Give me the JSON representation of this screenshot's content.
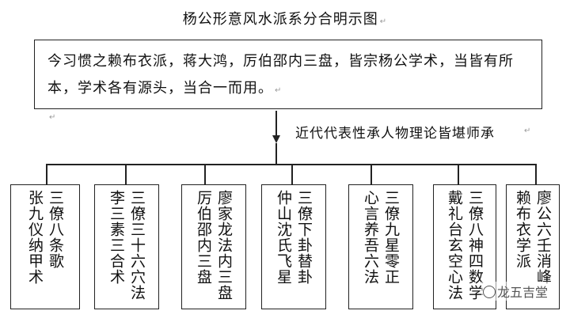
{
  "title": "杨公形意风水派系分合明示图",
  "paragraph_mark": "↵",
  "intro": {
    "line1": "今习惯之赖布衣派，蒋大鸿，厉伯邵内三盘，皆宗杨公学术，当皆有所",
    "line2": "本，学术各有源头，当合一而用。"
  },
  "branch_label": "近代代表性承人物理论皆堪师承",
  "schools": [
    {
      "main": "三僚八条歌",
      "side": "张九仪纳甲术"
    },
    {
      "main": "三僚三十六穴法",
      "side": "李三素三合术"
    },
    {
      "main": "廖家龙法内三盘",
      "side": "厉伯邵内三盘"
    },
    {
      "main": "三僚下卦替卦",
      "side": "仲山沈氏飞星"
    },
    {
      "main": "三僚九星零正",
      "side": "心言养吾六法"
    },
    {
      "main": "三僚八神四数学",
      "side": "戴礼台玄空心法"
    },
    {
      "main": "廖公六壬消峰",
      "side": "赖布衣学派"
    }
  ],
  "watermark": "龙五吉堂"
}
